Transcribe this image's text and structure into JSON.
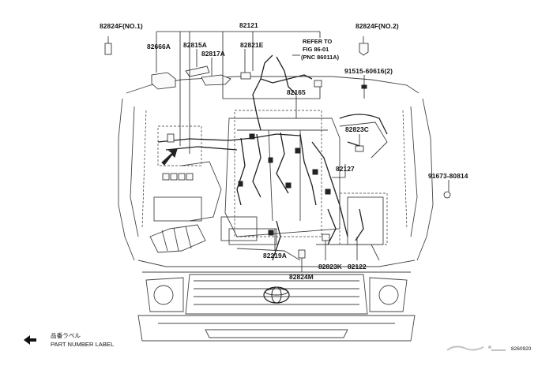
{
  "diagram": {
    "part_labels": {
      "p82824F_no1": "82824F(NO.1)",
      "p82824F_no2": "82824F(NO.2)",
      "p82121": "82121",
      "p82666A": "82666A",
      "p82815A": "82815A",
      "p82817A": "82817A",
      "p82821E": "82821E",
      "p91515": "91515-60616(2)",
      "p82165": "82165",
      "p82823C": "82823C",
      "p82127": "82127",
      "p91673": "91673-80814",
      "p82219A": "82219A",
      "p82824M": "82824M",
      "p82823K": "82823K",
      "p82122": "82122"
    },
    "refer_note": {
      "line1": "REFER TO",
      "line2": "FIG 86-01",
      "line3": "(PNC 86011A)"
    },
    "legend": {
      "japanese": "品番ラベル",
      "english": "PART NUMBER LABEL",
      "arrow_icon": "left-arrow-icon"
    },
    "watermark_icon": "watermark-logo",
    "corner_code": "8260920"
  }
}
